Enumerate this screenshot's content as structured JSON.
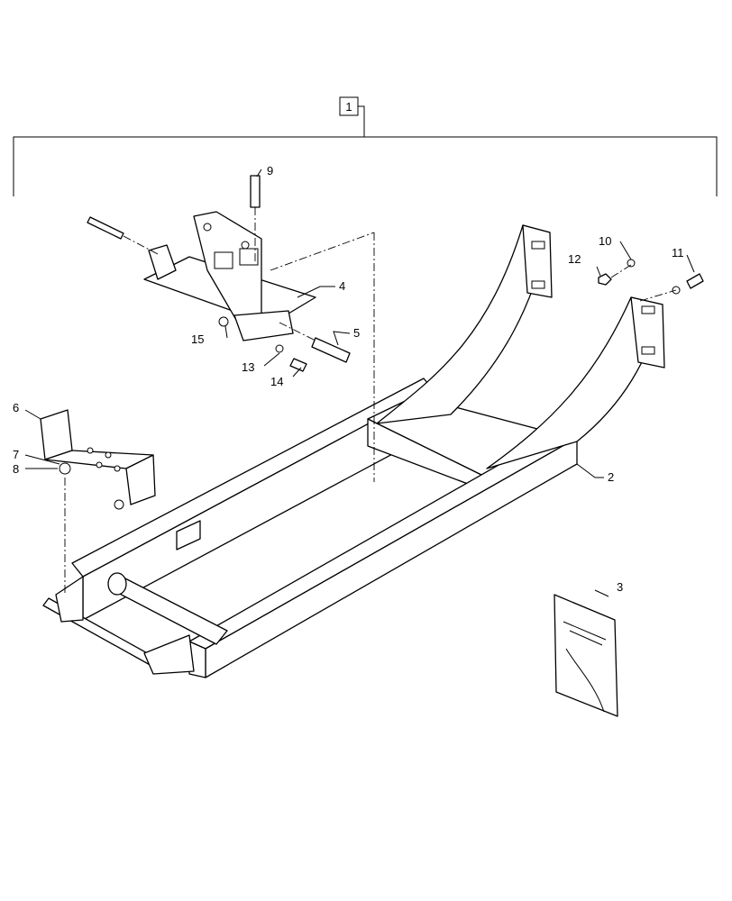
{
  "assembly_callout": "1",
  "callouts": {
    "c2": "2",
    "c3": "3",
    "c4": "4",
    "c5": "5",
    "c6": "6",
    "c7": "7",
    "c8": "8",
    "c9": "9",
    "c10": "10",
    "c11": "11",
    "c12": "12",
    "c13": "13",
    "c14": "14",
    "c15": "15"
  },
  "colors": {
    "line": "#000000",
    "background": "#ffffff"
  }
}
